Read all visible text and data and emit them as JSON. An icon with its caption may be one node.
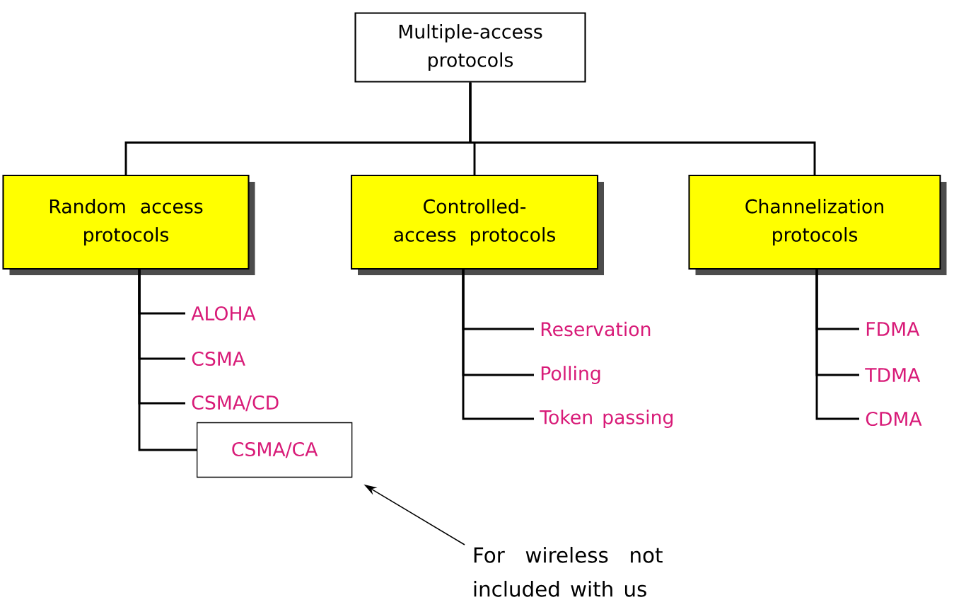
{
  "diagram": {
    "nodes": [
      {
        "text": [
          "Multiple-access protocols"
        ]
      },
      {
        "text": [
          "Random access protocols"
        ]
      },
      {
        "text": [
          "Controlled-access protocols"
        ]
      },
      {
        "text": [
          "Channelization protocols"
        ]
      },
      {
        "text": [
          "ALOHA"
        ]
      },
      {
        "text": [
          "CSMA"
        ]
      },
      {
        "text": [
          "CSMA/CD"
        ]
      },
      {
        "text": [
          "CSMA/CA"
        ]
      },
      {
        "text": [
          "Reservation"
        ]
      },
      {
        "text": [
          "Polling"
        ]
      },
      {
        "text": [
          "Token passing"
        ]
      },
      {
        "text": [
          "FDMA"
        ]
      },
      {
        "text": [
          "TDMA"
        ]
      },
      {
        "text": [
          "CDMA"
        ]
      },
      {
        "text": [
          "For wireless not included with us"
        ]
      }
    ],
    "edges": [
      {
        "from": 0,
        "to": 1,
        "arrow": "none"
      },
      {
        "from": 0,
        "to": 2,
        "arrow": "none"
      },
      {
        "from": 0,
        "to": 3,
        "arrow": "none"
      },
      {
        "from": 1,
        "to": 4,
        "arrow": "none"
      },
      {
        "from": 1,
        "to": 5,
        "arrow": "none"
      },
      {
        "from": 1,
        "to": 6,
        "arrow": "none"
      },
      {
        "from": 1,
        "to": 7,
        "arrow": "none"
      },
      {
        "from": 2,
        "to": 8,
        "arrow": "none"
      },
      {
        "from": 2,
        "to": 9,
        "arrow": "none"
      },
      {
        "from": 2,
        "to": 10,
        "arrow": "none"
      },
      {
        "from": 3,
        "to": 11,
        "arrow": "none"
      },
      {
        "from": 3,
        "to": 12,
        "arrow": "none"
      },
      {
        "from": 3,
        "to": 13,
        "arrow": "none"
      },
      {
        "from": 14,
        "to": 7,
        "arrow": "to"
      }
    ]
  }
}
